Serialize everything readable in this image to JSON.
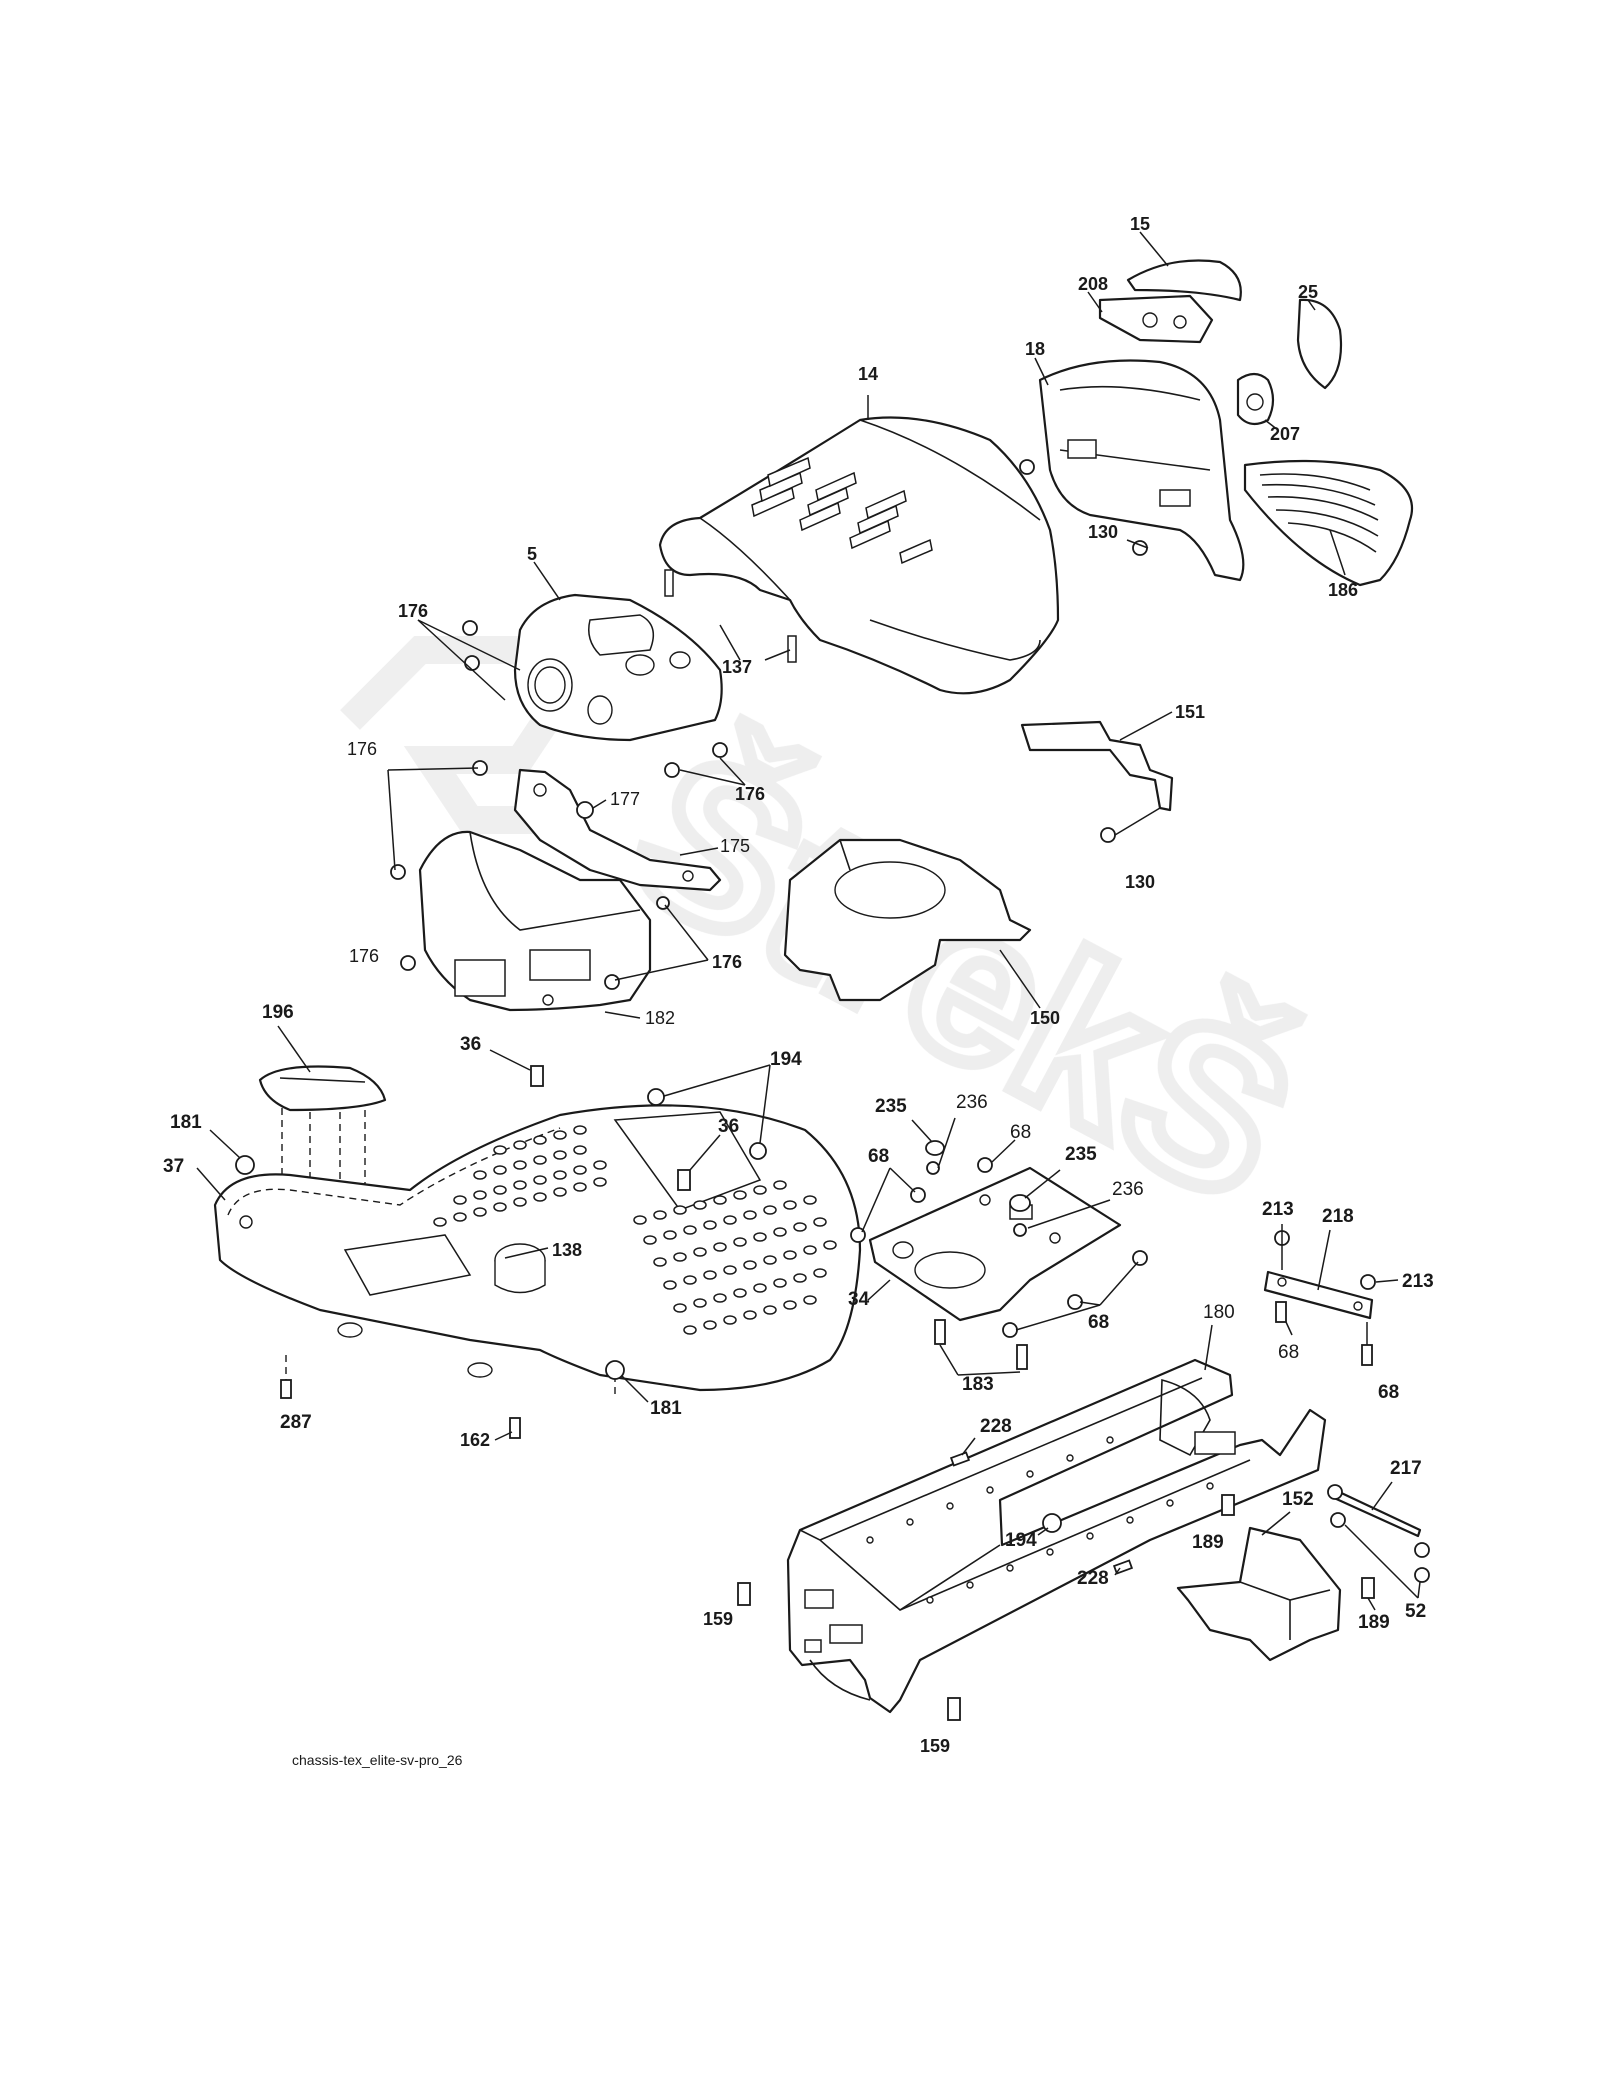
{
  "caption": "chassis-tex_elite-sv-pro_26",
  "callouts": {
    "c15": "15",
    "c208": "208",
    "c25": "25",
    "c18": "18",
    "c207": "207",
    "c14": "14",
    "c130a": "130",
    "c186": "186",
    "c5": "5",
    "c176a": "176",
    "c137": "137",
    "c151": "151",
    "c176b": "176",
    "c176c": "176",
    "c177": "177",
    "c175": "175",
    "c130b": "130",
    "c176d": "176",
    "c176e": "176",
    "c182": "182",
    "c150": "150",
    "c196": "196",
    "c36a": "36",
    "c194a": "194",
    "c36b": "36",
    "c181a": "181",
    "c37": "37",
    "c138": "138",
    "c287": "287",
    "c181b": "181",
    "c162": "162",
    "c235a": "235",
    "c236a": "236",
    "c68a": "68",
    "c68b": "68",
    "c235b": "235",
    "c236b": "236",
    "c34": "34",
    "c68c": "68",
    "c183": "183",
    "c213a": "213",
    "c218": "218",
    "c213b": "213",
    "c68d": "68",
    "c68e": "68",
    "c180": "180",
    "c228a": "228",
    "c194b": "194",
    "c228b": "228",
    "c159a": "159",
    "c159b": "159",
    "c152": "152",
    "c217": "217",
    "c189a": "189",
    "c189b": "189",
    "c52": "52"
  }
}
